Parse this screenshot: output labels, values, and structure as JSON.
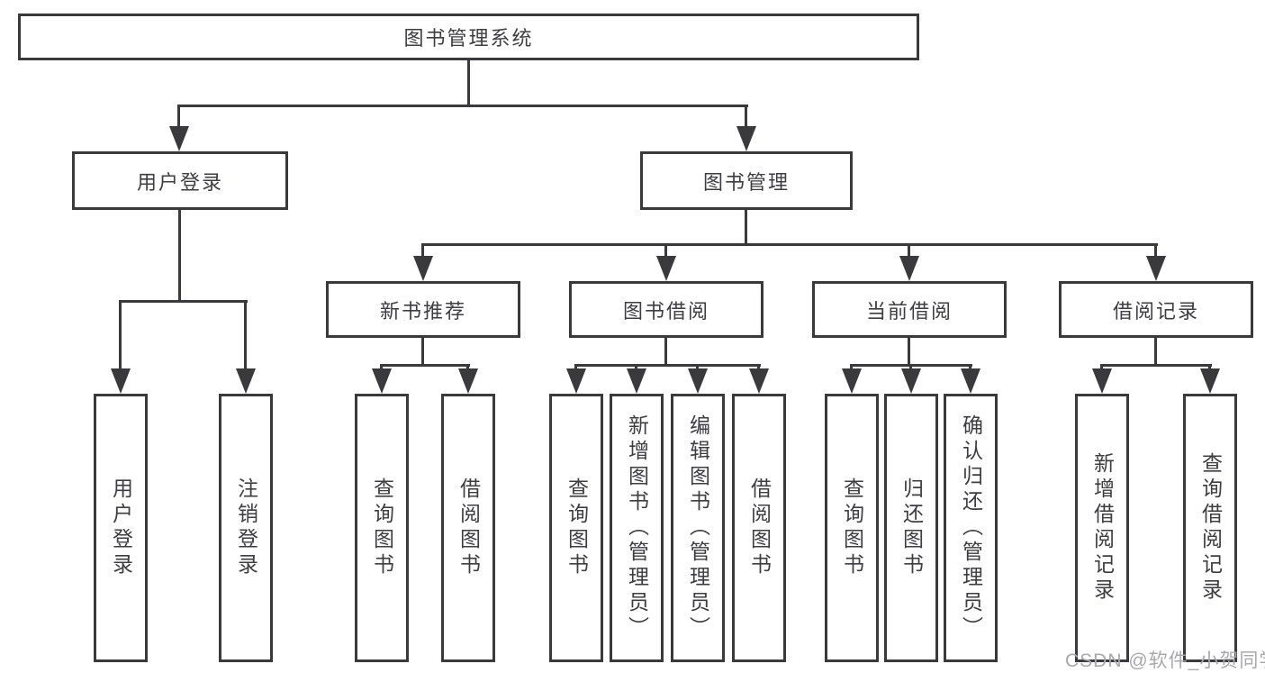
{
  "diagram": {
    "root": {
      "label": "图书管理系统"
    },
    "level2": {
      "user_login": {
        "label": "用户登录"
      },
      "book_mgmt": {
        "label": "图书管理"
      }
    },
    "level3": {
      "new_book_rec": {
        "label": "新书推荐"
      },
      "book_borrow": {
        "label": "图书借阅"
      },
      "current_borrow": {
        "label": "当前借阅"
      },
      "borrow_record": {
        "label": "借阅记录"
      }
    },
    "leaves": {
      "user_login": {
        "label": "用户登录"
      },
      "logout": {
        "label": "注销登录"
      },
      "rec_query_book": {
        "label": "查询图书"
      },
      "rec_borrow_book": {
        "label": "借阅图书"
      },
      "bb_query_book": {
        "label": "查询图书"
      },
      "bb_add_book": {
        "label": "新增图书（管理员）"
      },
      "bb_edit_book": {
        "label": "编辑图书（管理员）"
      },
      "bb_borrow_book": {
        "label": "借阅图书"
      },
      "cb_query_book": {
        "label": "查询图书"
      },
      "cb_return_book": {
        "label": "归还图书"
      },
      "cb_confirm_return": {
        "label": "确认归还（管理员）"
      },
      "br_add_record": {
        "label": "新增借阅记录"
      },
      "br_query_record": {
        "label": "查询借阅记录"
      }
    }
  },
  "watermark": {
    "text": "CSDN @软件_小贺同学"
  },
  "colors": {
    "line": "#3a3a3c",
    "text": "#3d3d42",
    "watermark": "#a9a9ab",
    "background": "#ffffff"
  }
}
